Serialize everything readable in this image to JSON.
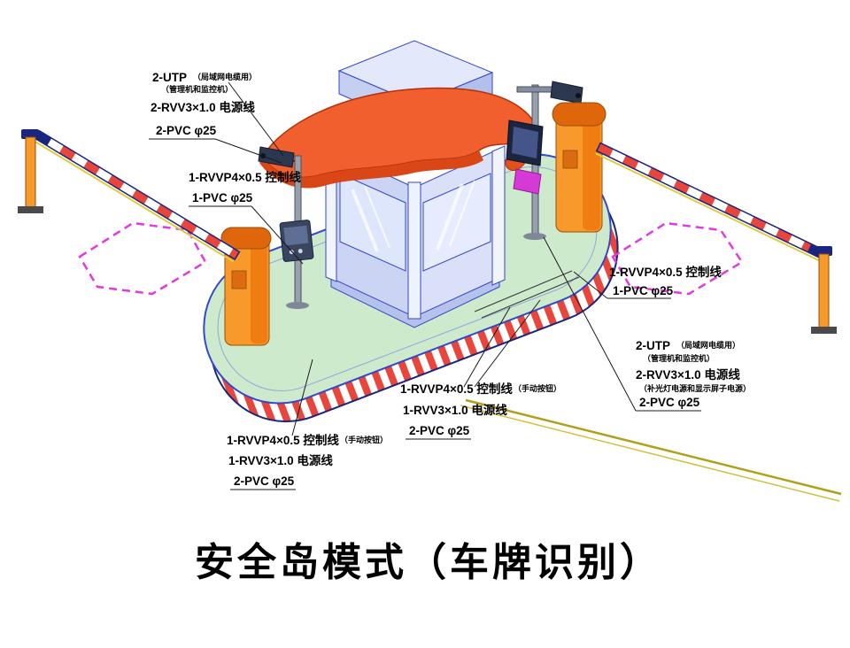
{
  "title": "安全岛模式（车牌识别）",
  "colors": {
    "island_green": "#cdeacc",
    "stripe_red": "#e8463c",
    "machine_orange": "#f89a2b",
    "roof_red": "#f15f2e",
    "loop_magenta": "#e03ae0",
    "outline_blue": "#3548c8",
    "ground_olive": "#b0a018"
  },
  "labels": {
    "top_left": {
      "utp": "2-UTP",
      "utp_note1": "（局域网电缆用）",
      "utp_note2": "（管理机和监控机）",
      "power": "2-RVV3×1.0 电源线",
      "pvc": "2-PVC φ25"
    },
    "left_mid": {
      "control": "1-RVVP4×0.5 控制线",
      "pvc": "1-PVC φ25"
    },
    "right_mid": {
      "control": "1-RVVP4×0.5 控制线",
      "pvc": "1-PVC φ25"
    },
    "right_block": {
      "utp": "2-UTP",
      "utp_note1": "（局域网电缆用）",
      "utp_note2": "（管理机和监控机）",
      "power": "2-RVV3×1.0 电源线",
      "power_note": "（补光灯电源和显示屏子电源）",
      "pvc": "2-PVC φ25"
    },
    "center_block": {
      "control": "1-RVVP4×0.5 控制线",
      "control_note": "（手动按钮）",
      "power": "1-RVV3×1.0 电源线",
      "pvc": "2-PVC φ25"
    },
    "left_block": {
      "control": "1-RVVP4×0.5 控制线",
      "control_note": "（手动按钮）",
      "power": "1-RVV3×1.0 电源线",
      "pvc": "2-PVC φ25"
    }
  }
}
